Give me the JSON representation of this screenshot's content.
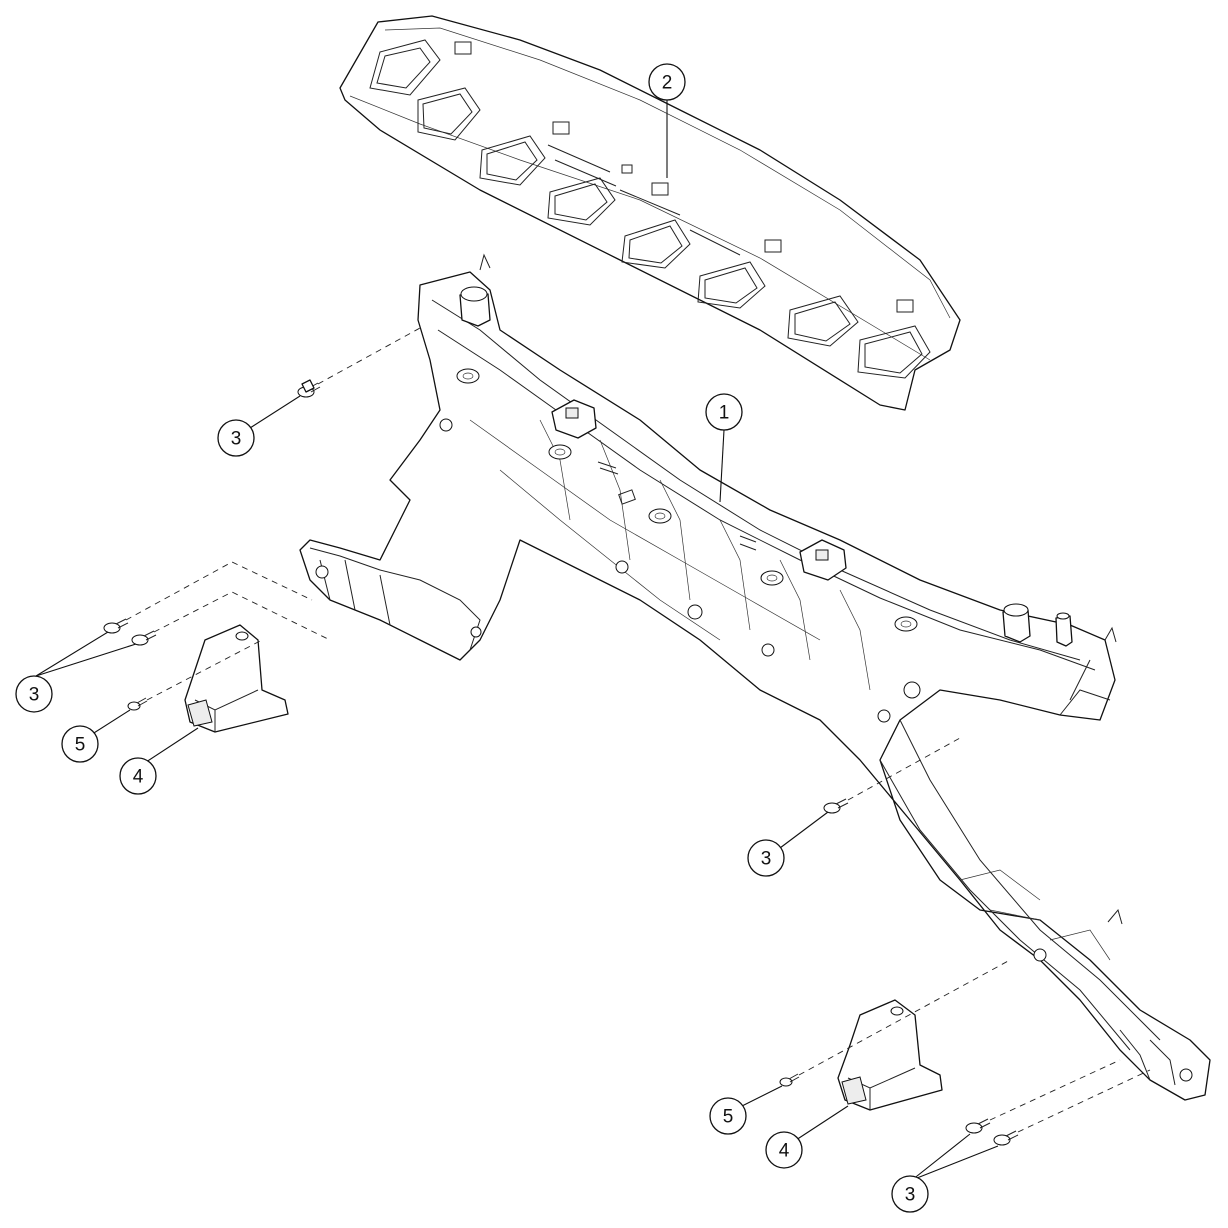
{
  "callouts": [
    {
      "id": "c1",
      "label": "1"
    },
    {
      "id": "c2",
      "label": "2"
    },
    {
      "id": "c3a",
      "label": "3"
    },
    {
      "id": "c3b",
      "label": "3"
    },
    {
      "id": "c3c",
      "label": "3"
    },
    {
      "id": "c3d",
      "label": "3"
    },
    {
      "id": "c4a",
      "label": "4"
    },
    {
      "id": "c4b",
      "label": "4"
    },
    {
      "id": "c5a",
      "label": "5"
    },
    {
      "id": "c5b",
      "label": "5"
    }
  ]
}
